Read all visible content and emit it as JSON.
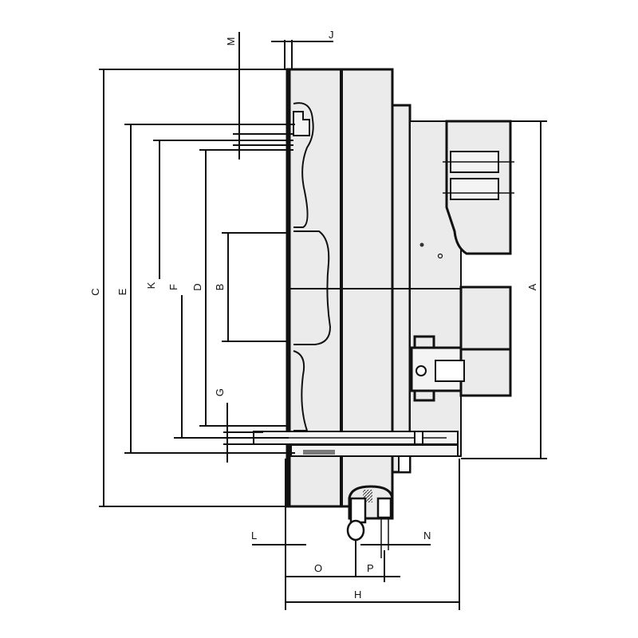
{
  "diagram": {
    "type": "technical-drawing",
    "subject": "lathe chuck cross-section with dimension callouts",
    "colors": {
      "line": "#111111",
      "fill": "#ebebeb",
      "dark_fill": "#7a7a7a",
      "background": "#ffffff"
    }
  },
  "dimensions": {
    "vertical_left": [
      {
        "label": "C",
        "id": "dim-c"
      },
      {
        "label": "E",
        "id": "dim-e"
      },
      {
        "label": "K",
        "id": "dim-k"
      },
      {
        "label": "F",
        "id": "dim-f"
      },
      {
        "label": "D",
        "id": "dim-d"
      },
      {
        "label": "B",
        "id": "dim-b"
      },
      {
        "label": "G",
        "id": "dim-g"
      },
      {
        "label": "M",
        "id": "dim-m"
      }
    ],
    "vertical_right": [
      {
        "label": "A",
        "id": "dim-a"
      }
    ],
    "horizontal": [
      {
        "label": "J",
        "id": "dim-j"
      },
      {
        "label": "L",
        "id": "dim-l"
      },
      {
        "label": "N",
        "id": "dim-n"
      },
      {
        "label": "O",
        "id": "dim-o"
      },
      {
        "label": "P",
        "id": "dim-p"
      },
      {
        "label": "H",
        "id": "dim-h"
      }
    ]
  }
}
